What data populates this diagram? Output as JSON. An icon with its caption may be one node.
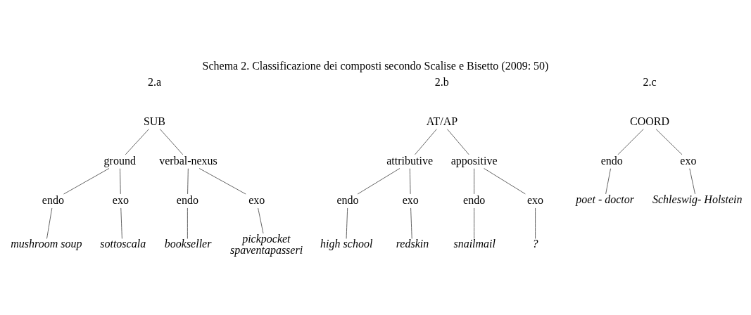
{
  "diagram": {
    "title": "Schema 2. Classificazione dei composti secondo Scalise e Bisetto (2009: 50)",
    "nodes": [
      {
        "text": [
          "SUB"
        ]
      },
      {
        "text": [
          "ground"
        ]
      },
      {
        "text": [
          "verbal-nexus"
        ]
      },
      {
        "text": [
          "endo"
        ]
      },
      {
        "text": [
          "exo"
        ]
      },
      {
        "text": [
          "endo"
        ]
      },
      {
        "text": [
          "exo"
        ]
      },
      {
        "text": [
          "mushroom soup"
        ]
      },
      {
        "text": [
          "sottoscala"
        ]
      },
      {
        "text": [
          "bookseller"
        ]
      },
      {
        "text": [
          "pickpocket",
          "spaventapasseri"
        ]
      },
      {
        "text": [
          "AT/AP"
        ]
      },
      {
        "text": [
          "attributive"
        ]
      },
      {
        "text": [
          "appositive"
        ]
      },
      {
        "text": [
          "endo"
        ]
      },
      {
        "text": [
          "exo"
        ]
      },
      {
        "text": [
          "endo"
        ]
      },
      {
        "text": [
          "exo"
        ]
      },
      {
        "text": [
          "high school"
        ]
      },
      {
        "text": [
          "redskin"
        ]
      },
      {
        "text": [
          "snailmail"
        ]
      },
      {
        "text": [
          "?"
        ]
      },
      {
        "text": [
          "COORD"
        ]
      },
      {
        "text": [
          "endo"
        ]
      },
      {
        "text": [
          "exo"
        ]
      },
      {
        "text": [
          "poet - doctor"
        ]
      },
      {
        "text": [
          "Schleswig- Holstein"
        ]
      }
    ],
    "edges": [
      {
        "from": 0,
        "to": 1,
        "arrow": "none"
      },
      {
        "from": 0,
        "to": 2,
        "arrow": "none"
      },
      {
        "from": 1,
        "to": 3,
        "arrow": "none"
      },
      {
        "from": 1,
        "to": 4,
        "arrow": "none"
      },
      {
        "from": 2,
        "to": 5,
        "arrow": "none"
      },
      {
        "from": 2,
        "to": 6,
        "arrow": "none"
      },
      {
        "from": 3,
        "to": 7,
        "arrow": "none"
      },
      {
        "from": 4,
        "to": 8,
        "arrow": "none"
      },
      {
        "from": 5,
        "to": 9,
        "arrow": "none"
      },
      {
        "from": 6,
        "to": 10,
        "arrow": "none"
      },
      {
        "from": 11,
        "to": 12,
        "arrow": "none"
      },
      {
        "from": 11,
        "to": 13,
        "arrow": "none"
      },
      {
        "from": 12,
        "to": 14,
        "arrow": "none"
      },
      {
        "from": 12,
        "to": 15,
        "arrow": "none"
      },
      {
        "from": 13,
        "to": 16,
        "arrow": "none"
      },
      {
        "from": 13,
        "to": 17,
        "arrow": "none"
      },
      {
        "from": 14,
        "to": 18,
        "arrow": "none"
      },
      {
        "from": 15,
        "to": 19,
        "arrow": "none"
      },
      {
        "from": 16,
        "to": 20,
        "arrow": "none"
      },
      {
        "from": 17,
        "to": 21,
        "arrow": "none"
      },
      {
        "from": 22,
        "to": 23,
        "arrow": "none"
      },
      {
        "from": 22,
        "to": 24,
        "arrow": "none"
      },
      {
        "from": 23,
        "to": 25,
        "arrow": "none"
      },
      {
        "from": 24,
        "to": 26,
        "arrow": "none"
      }
    ],
    "labels": [
      "2.a",
      "2.b",
      "2.c"
    ]
  }
}
